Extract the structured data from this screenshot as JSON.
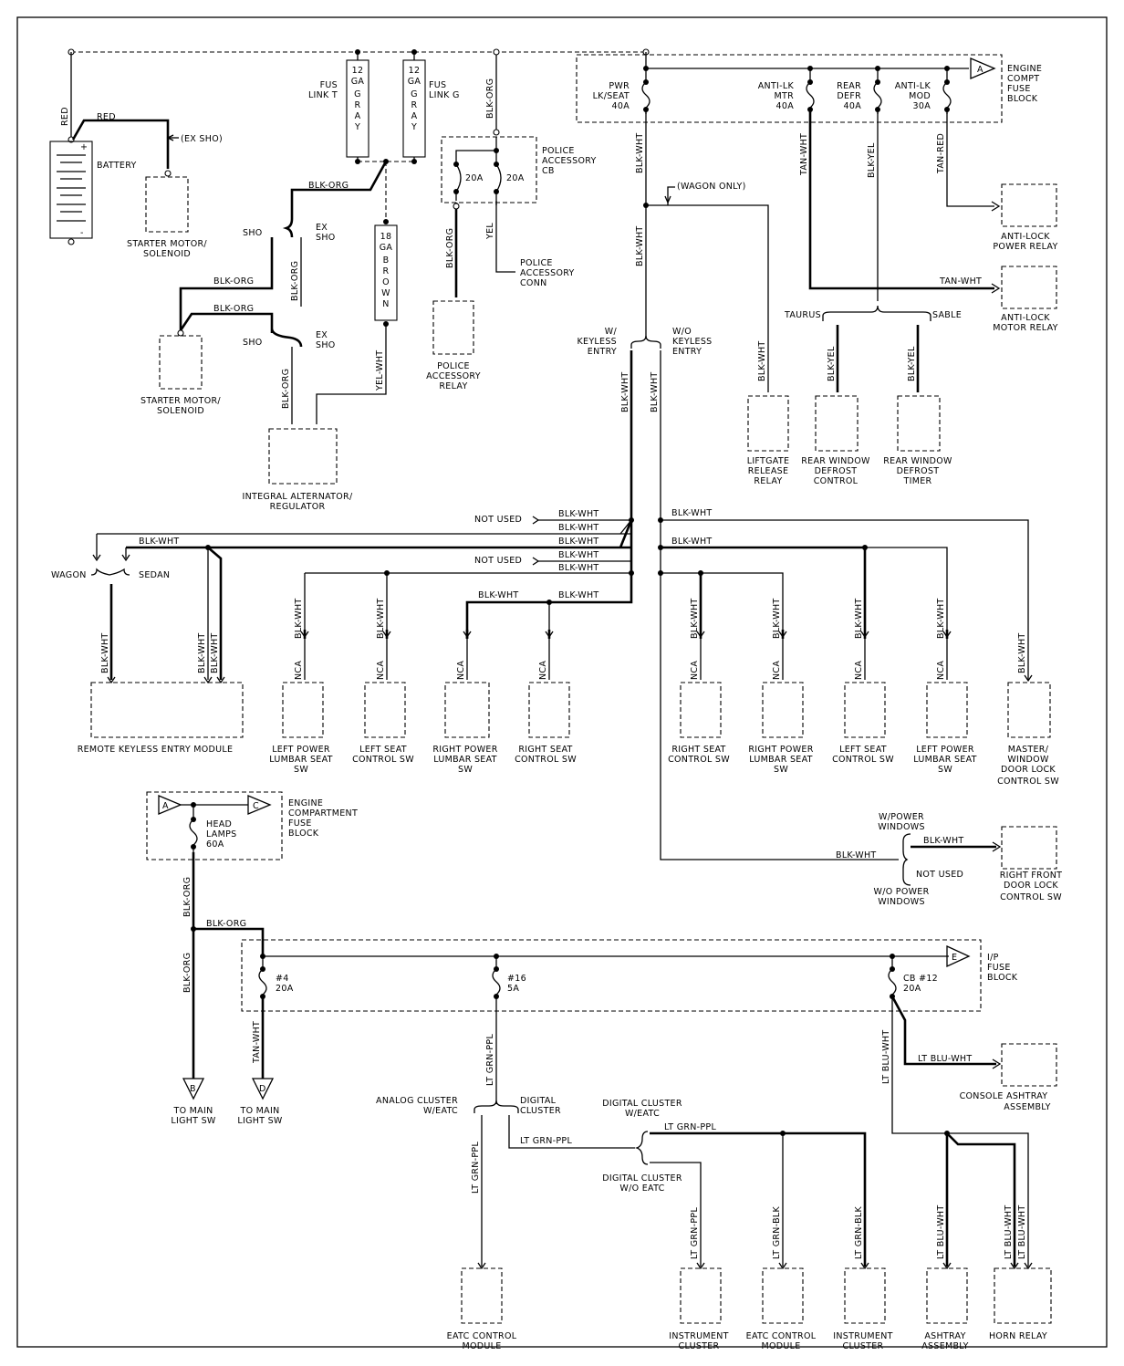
{
  "wire_colors": {
    "red": "RED",
    "blk_org": "BLK-ORG",
    "yel_wht": "YEL-WHT",
    "blk_wht": "BLK-WHT",
    "tan_wht": "TAN-WHT",
    "blk_yel": "BLK-YEL",
    "tan_red": "TAN-RED",
    "yel": "YEL",
    "lt_grn_ppl": "LT GRN-PPL",
    "lt_grn_blk": "LT GRN-BLK",
    "lt_blu_wht": "LT BLU-WHT"
  },
  "labels": {
    "ex_sho_paren": "(EX SHO)",
    "wagon_only": "(WAGON ONLY)",
    "sho": "SHO",
    "ex": "EX",
    "sho2": "SHO",
    "not_used": "NOT USED",
    "nca": "NCA",
    "w": "W/",
    "wo": "W/O",
    "keyless": "KEYLESS",
    "entry": "ENTRY",
    "wagon": "WAGON",
    "sedan": "SEDAN",
    "taurus": "TAURUS",
    "sable": "SABLE",
    "w_power_1": "W/POWER",
    "w_power_2": "WINDOWS",
    "wo_power_1": "W/O POWER",
    "wo_power_2": "WINDOWS",
    "analog_1": "ANALOG CLUSTER",
    "analog_2": "W/EATC",
    "digital_1": "DIGITAL",
    "digital_2": "CLUSTER",
    "dc_weatc_1": "DIGITAL CLUSTER",
    "dc_weatc_2": "W/EATC",
    "dc_woeatc_1": "DIGITAL CLUSTER",
    "dc_woeatc_2": "W/O EATC"
  },
  "connectors": {
    "a": "A",
    "c": "C",
    "e": "E",
    "b": "B",
    "d": "D"
  },
  "fusible_links": {
    "t_gauge": "12",
    "t_ga": "GA",
    "t_color": [
      "G",
      "R",
      "A",
      "Y"
    ],
    "t_name_1": "FUS",
    "t_name_2": "LINK T",
    "g_gauge": "12",
    "g_ga": "GA",
    "g_color": [
      "G",
      "R",
      "A",
      "Y"
    ],
    "g_name_1": "FUS",
    "g_name_2": "LINK G",
    "brown_gauge": "18",
    "brown_ga": "GA",
    "brown_color": [
      "B",
      "R",
      "O",
      "W",
      "N"
    ]
  },
  "fuse_blocks": {
    "engine_compt": {
      "name": [
        "ENGINE",
        "COMPT",
        "FUSE",
        "BLOCK"
      ],
      "fuses": [
        {
          "name": [
            "PWR",
            "LK/SEAT"
          ],
          "rating": "40A"
        },
        {
          "name": [
            "ANTI-LK",
            "MTR"
          ],
          "rating": "40A"
        },
        {
          "name": [
            "REAR",
            "DEFR"
          ],
          "rating": "40A"
        },
        {
          "name": [
            "ANTI-LK",
            "MOD"
          ],
          "rating": "30A"
        }
      ]
    },
    "police_cb": {
      "name": [
        "POLICE",
        "ACCESSORY",
        "CB"
      ],
      "cb1": "20A",
      "cb2": "20A"
    },
    "engine_compartment": {
      "name": [
        "ENGINE",
        "COMPARTMENT",
        "FUSE",
        "BLOCK"
      ],
      "fuse": {
        "name": [
          "HEAD",
          "LAMPS"
        ],
        "rating": "60A"
      }
    },
    "ip": {
      "name": [
        "I/P",
        "FUSE",
        "BLOCK"
      ],
      "fuses": [
        {
          "name": "#4",
          "rating": "20A"
        },
        {
          "name": "#16",
          "rating": "5A"
        },
        {
          "name": "CB #12",
          "rating": "20A"
        }
      ]
    }
  },
  "components": {
    "battery": "BATTERY",
    "starter1": [
      "STARTER MOTOR/",
      "SOLENOID"
    ],
    "starter2": [
      "STARTER MOTOR/",
      "SOLENOID"
    ],
    "alternator": [
      "INTEGRAL ALTERNATOR/",
      "REGULATOR"
    ],
    "police_relay": [
      "POLICE",
      "ACCESSORY",
      "RELAY"
    ],
    "police_conn": [
      "POLICE",
      "ACCESSORY",
      "CONN"
    ],
    "antilock_power": [
      "ANTI-LOCK",
      "POWER RELAY"
    ],
    "antilock_motor": [
      "ANTI-LOCK",
      "MOTOR RELAY"
    ],
    "liftgate": [
      "LIFTGATE",
      "RELEASE",
      "RELAY"
    ],
    "rw_defrost_control": [
      "REAR WINDOW",
      "DEFROST",
      "CONTROL"
    ],
    "rw_defrost_timer": [
      "REAR WINDOW",
      "DEFROST",
      "TIMER"
    ],
    "rke": "REMOTE KEYLESS ENTRY MODULE",
    "left_power_lumbar_1": [
      "LEFT POWER",
      "LUMBAR SEAT",
      "SW"
    ],
    "left_seat_control_1": [
      "LEFT SEAT",
      "CONTROL SW"
    ],
    "right_power_lumbar_1": [
      "RIGHT POWER",
      "LUMBAR SEAT",
      "SW"
    ],
    "right_seat_control_1": [
      "RIGHT SEAT",
      "CONTROL SW"
    ],
    "right_seat_control_2": [
      "RIGHT SEAT",
      "CONTROL SW"
    ],
    "right_power_lumbar_2": [
      "RIGHT POWER",
      "LUMBAR SEAT",
      "SW"
    ],
    "left_seat_control_2": [
      "LEFT SEAT",
      "CONTROL SW"
    ],
    "left_power_lumbar_2": [
      "LEFT POWER",
      "LUMBAR SEAT",
      "SW"
    ],
    "master_window": [
      "MASTER/",
      "WINDOW",
      "DOOR LOCK",
      "CONTROL SW"
    ],
    "right_front_door": [
      "RIGHT FRONT",
      "DOOR LOCK",
      "CONTROL SW"
    ],
    "to_main_b": [
      "TO MAIN",
      "LIGHT SW"
    ],
    "to_main_d": [
      "TO MAIN",
      "LIGHT SW"
    ],
    "console_ashtray": [
      "CONSOLE ASHTRAY",
      "ASSEMBLY"
    ],
    "eatc_1": [
      "EATC CONTROL",
      "MODULE"
    ],
    "instrument_1": [
      "INSTRUMENT",
      "CLUSTER"
    ],
    "eatc_2": [
      "EATC CONTROL",
      "MODULE"
    ],
    "instrument_2": [
      "INSTRUMENT",
      "CLUSTER"
    ],
    "ashtray": [
      "ASHTRAY",
      "ASSEMBLY"
    ],
    "horn": "HORN RELAY"
  }
}
